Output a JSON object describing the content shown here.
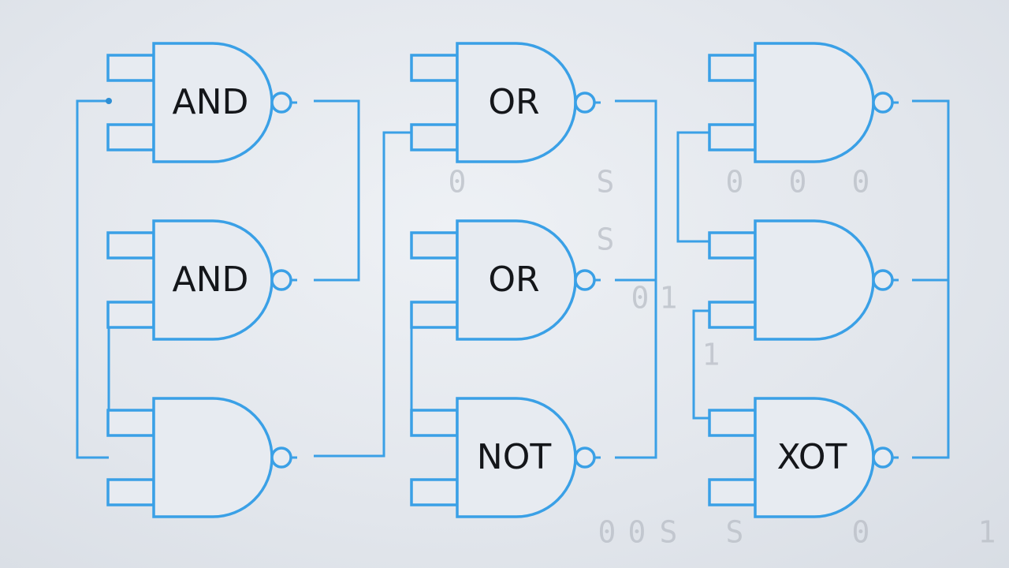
{
  "gates": [
    {
      "id": "g1",
      "label": "AND"
    },
    {
      "id": "g2",
      "label": "AND"
    },
    {
      "id": "g3",
      "label": ""
    },
    {
      "id": "g4",
      "label": "OR"
    },
    {
      "id": "g5",
      "label": "OR"
    },
    {
      "id": "g6",
      "label": "NOT"
    },
    {
      "id": "g7",
      "label": ""
    },
    {
      "id": "g8",
      "label": ""
    },
    {
      "id": "g9",
      "label": "XOT"
    }
  ],
  "background_digits": [
    "0",
    "S",
    "0",
    "0",
    "0",
    "S",
    "0",
    "1",
    "1",
    "0",
    "0",
    "S",
    "S",
    "0",
    "1"
  ],
  "colors": {
    "wire": "#3aa0e6",
    "gate_fill": "#e7ebf1",
    "label": "#14161a",
    "background": "#e2e6ec",
    "background_digits": "#b9bec6"
  }
}
